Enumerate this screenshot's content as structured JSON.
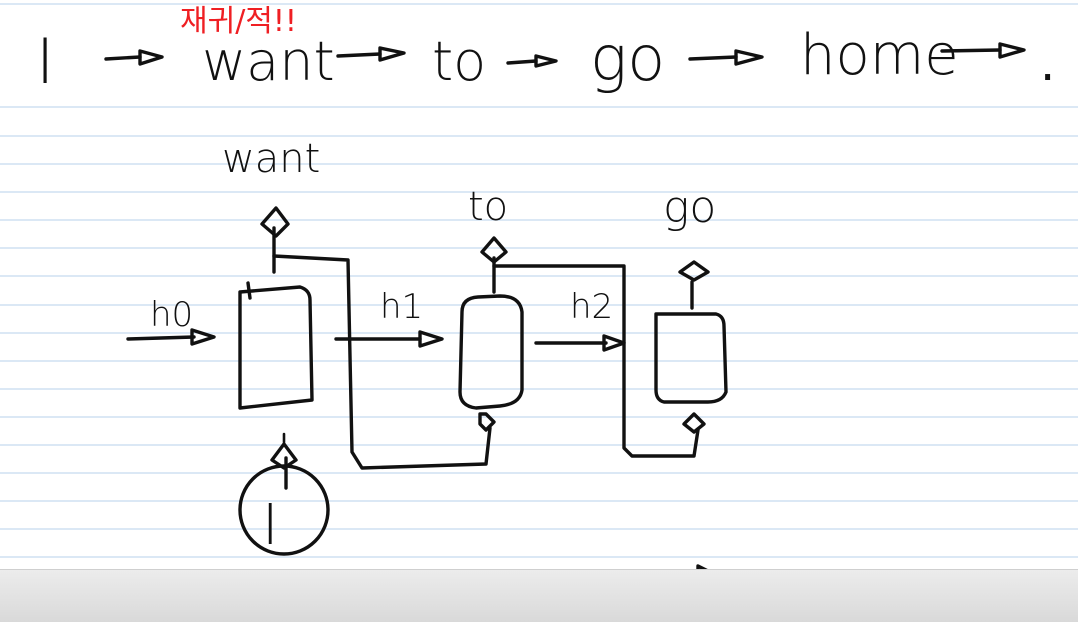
{
  "sentence": {
    "words": [
      "I",
      "want",
      "to",
      "go",
      "home",
      "."
    ],
    "annotation": "재귀/적!!"
  },
  "diagram": {
    "hidden_states": [
      "h0",
      "h1",
      "h2"
    ],
    "outputs": [
      "want",
      "to",
      "go"
    ],
    "input": "I"
  },
  "colors": {
    "ink": "#111111",
    "annotation": "#ef1f23",
    "ruled_lines": "#cfe0f2"
  }
}
